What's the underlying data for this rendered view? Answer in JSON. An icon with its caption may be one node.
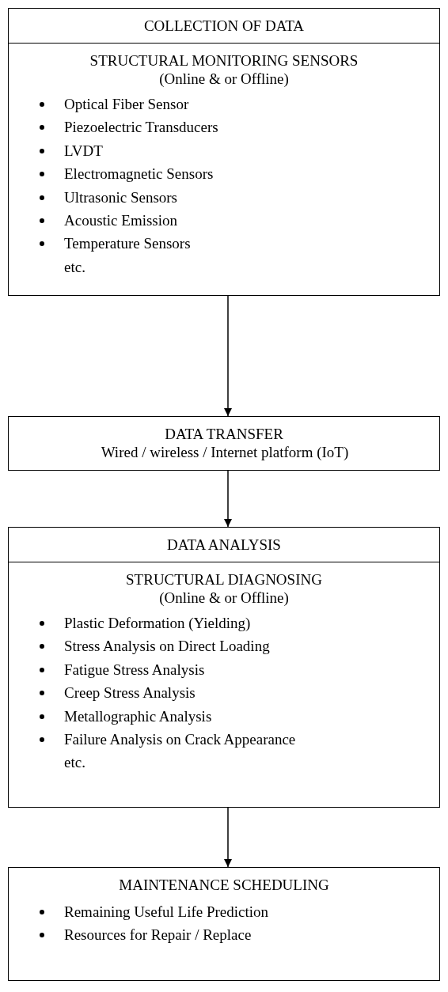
{
  "diagram": {
    "nodes": [
      {
        "text": [
          "COLLECTION OF DATA",
          "STRUCTURAL MONITORING SENSORS (Online & or Offline)",
          "Optical Fiber Sensor",
          "Piezoelectric Transducers",
          "LVDT",
          "Electromagnetic Sensors",
          "Ultrasonic Sensors",
          "Acoustic Emission",
          "Temperature Sensors",
          "etc."
        ]
      },
      {
        "text": [
          "DATA TRANSFER",
          "Wired / wireless / Internet platform (IoT)"
        ]
      },
      {
        "text": [
          "DATA ANALYSIS",
          "STRUCTURAL DIAGNOSING (Online & or Offline)",
          "Plastic Deformation (Yielding)",
          "Stress Analysis on Direct Loading",
          "Fatigue Stress Analysis",
          "Creep Stress Analysis",
          "Metallographic Analysis",
          "Failure Analysis on Crack Appearance",
          "etc."
        ]
      },
      {
        "text": [
          "MAINTENANCE SCHEDULING",
          "Remaining Useful Life Prediction",
          "Resources for Repair  / Replace"
        ]
      }
    ],
    "edges": [
      {
        "from": 0,
        "to": 1,
        "arrow": "to"
      },
      {
        "from": 1,
        "to": 2,
        "arrow": "to"
      },
      {
        "from": 2,
        "to": 3,
        "arrow": "to"
      }
    ]
  }
}
